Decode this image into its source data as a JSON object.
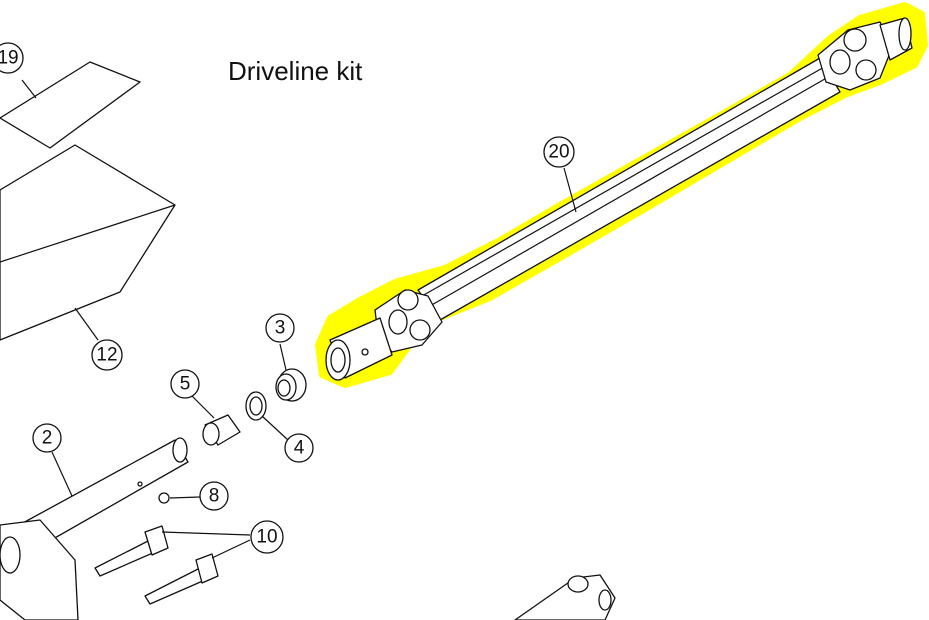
{
  "title": "Driveline kit",
  "highlight_color": "#ffff00",
  "callouts": {
    "c19": "19",
    "c20": "20",
    "c12": "12",
    "c3": "3",
    "c5": "5",
    "c4": "4",
    "c2": "2",
    "c8": "8",
    "c10": "10"
  }
}
